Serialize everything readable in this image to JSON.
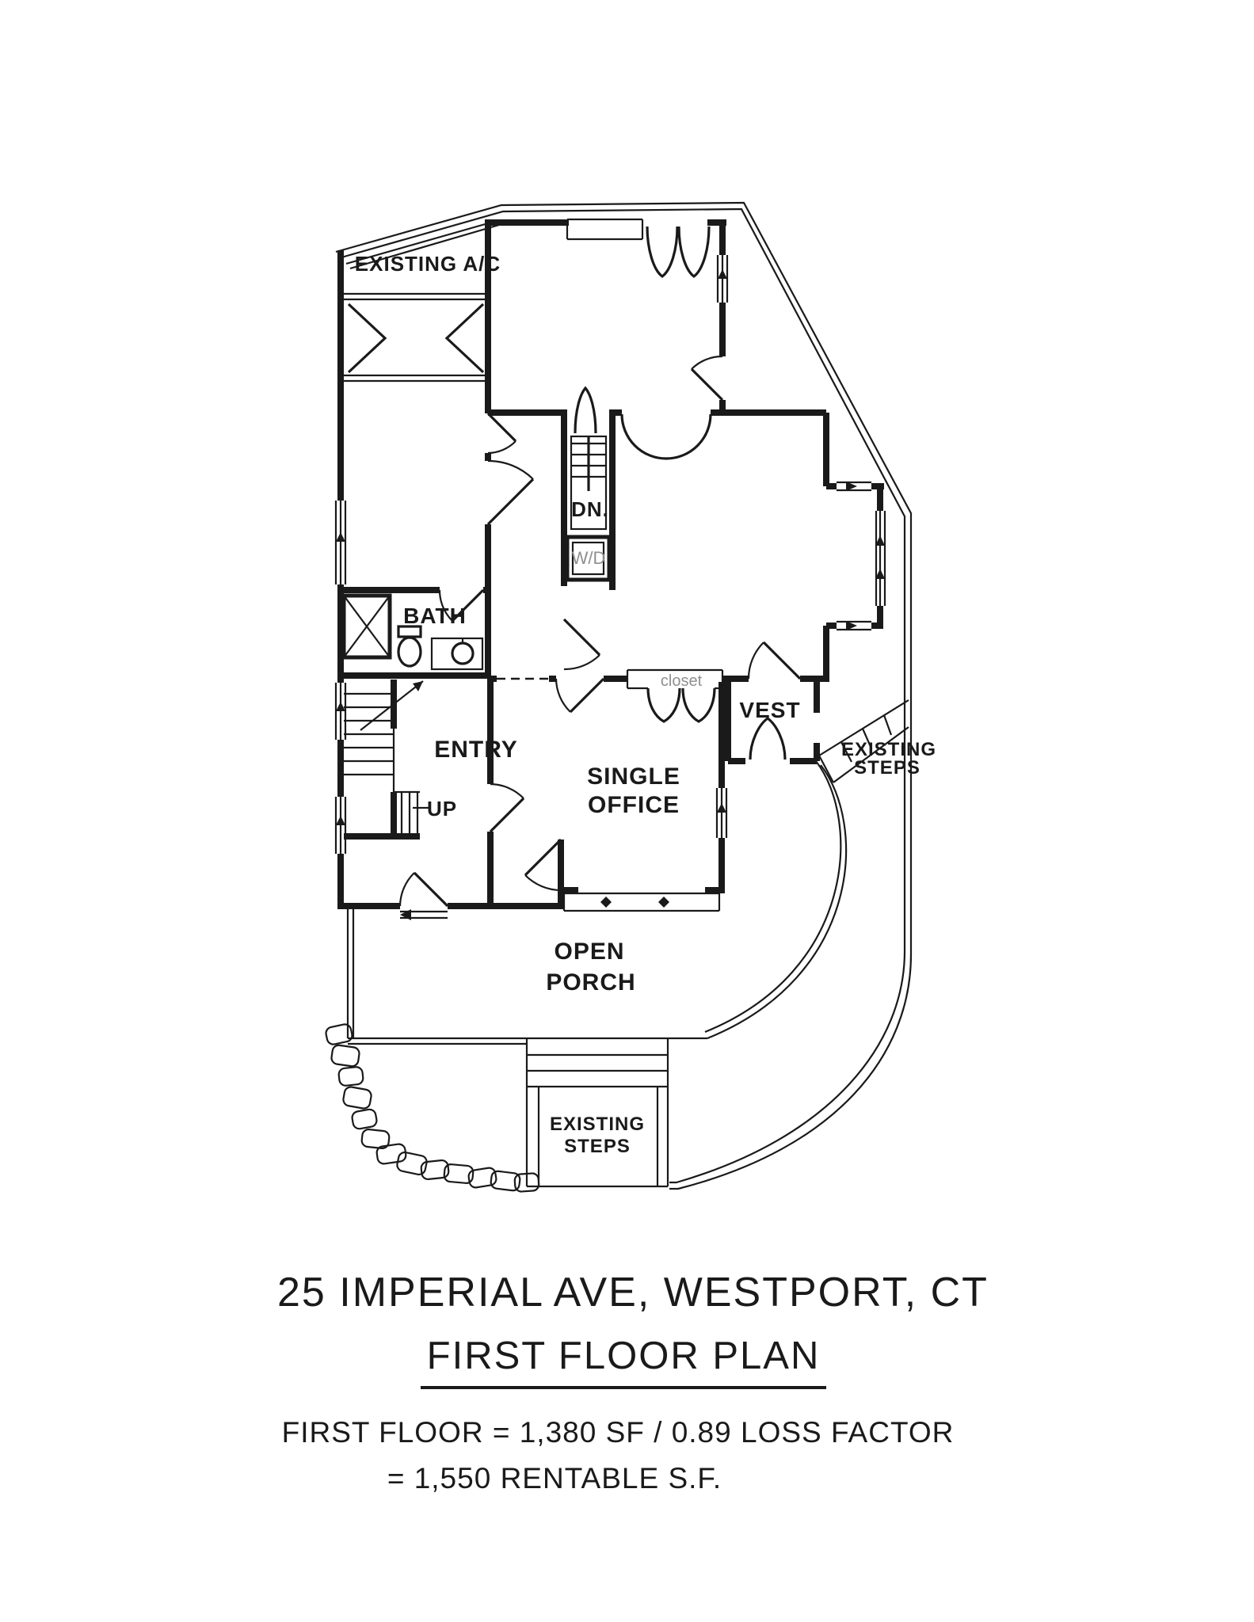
{
  "document": {
    "background": "#ffffff",
    "line_color": "#1a1a1a",
    "muted_text_color": "#8f8f8f"
  },
  "plan": {
    "rooms": {
      "entry": "ENTRY",
      "bath": "BATH",
      "vest": "VEST",
      "closet": "closet",
      "office_line1": "SINGLE",
      "office_line2": "OFFICE",
      "porch_line1": "OPEN",
      "porch_line2": "PORCH"
    },
    "stairs": {
      "down_label": "DN.",
      "up_label": "UP"
    },
    "appliances": {
      "washer_dryer": "W/D"
    },
    "exterior": {
      "existing_ac": "EXISTING A/C",
      "steps_right": {
        "line1": "EXISTING",
        "line2": "STEPS"
      },
      "steps_bottom": {
        "line1": "EXISTING",
        "line2": "STEPS"
      }
    }
  },
  "title_block": {
    "address": "25 IMPERIAL AVE, WESTPORT, CT",
    "drawing_title": "FIRST FLOOR PLAN",
    "area_line1": "FIRST FLOOR = 1,380 SF / 0.89 LOSS FACTOR",
    "area_line2": "= 1,550 RENTABLE S.F."
  }
}
